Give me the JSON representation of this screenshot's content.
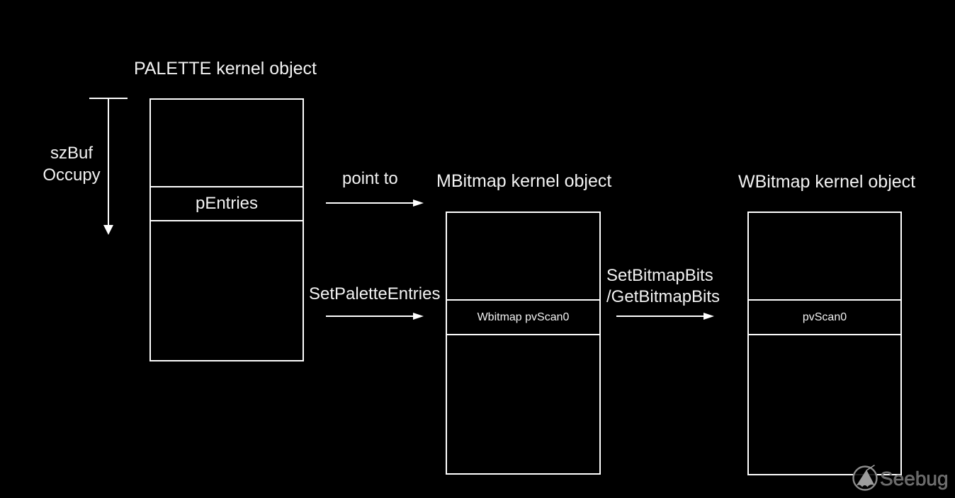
{
  "colors": {
    "background": "#000000",
    "text": "#f2f2f2",
    "line": "#ffffff",
    "watermark_gray": "#8c8c8c"
  },
  "palette": {
    "title": "PALETTE kernel object",
    "field": "pEntries"
  },
  "measure": {
    "line1": "szBuf",
    "line2": "Occupy"
  },
  "mbitmap": {
    "title": "MBitmap kernel object",
    "field": "Wbitmap pvScan0"
  },
  "wbitmap": {
    "title": "WBitmap kernel object",
    "field": "pvScan0"
  },
  "arrows": {
    "point_to": "point to",
    "set_palette": "SetPaletteEntries",
    "set_bitmap_line1": "SetBitmapBits",
    "set_bitmap_line2": "/GetBitmapBits"
  },
  "watermark": {
    "brand": "Seebug"
  }
}
